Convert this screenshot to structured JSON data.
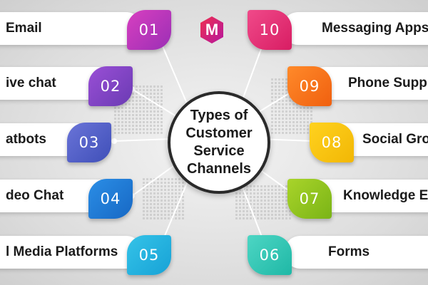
{
  "center": {
    "lines": [
      "Types of",
      "Customer",
      "Service",
      "Channels"
    ]
  },
  "logo": {
    "letter": "M",
    "colors": [
      "#e11d48",
      "#b5179e"
    ]
  },
  "left_items": [
    {
      "number": "01",
      "label": "Email",
      "color_start": "#d83fc0",
      "color_end": "#9b2fb5"
    },
    {
      "number": "02",
      "label": "ive chat",
      "color_start": "#9a4fd6",
      "color_end": "#6a3bb3"
    },
    {
      "number": "03",
      "label": "atbots",
      "color_start": "#6a74d8",
      "color_end": "#3f4fb8"
    },
    {
      "number": "04",
      "label": "deo Chat",
      "color_start": "#2b8ee6",
      "color_end": "#1768c4"
    },
    {
      "number": "05",
      "label": "l Media Platforms",
      "color_start": "#35c3e8",
      "color_end": "#17a2d6"
    }
  ],
  "right_items": [
    {
      "number": "10",
      "label": "Messaging Apps",
      "color_start": "#f04a8a",
      "color_end": "#d81d63"
    },
    {
      "number": "09",
      "label": "Phone Supp",
      "color_start": "#ff8a2a",
      "color_end": "#f0600f"
    },
    {
      "number": "08",
      "label": "Social Gro",
      "color_start": "#ffd21f",
      "color_end": "#f2b705"
    },
    {
      "number": "07",
      "label": "Knowledge E",
      "color_start": "#a9d42a",
      "color_end": "#7ab416"
    },
    {
      "number": "06",
      "label": "Forms",
      "color_start": "#4dd6c4",
      "color_end": "#1fb8a6"
    }
  ]
}
